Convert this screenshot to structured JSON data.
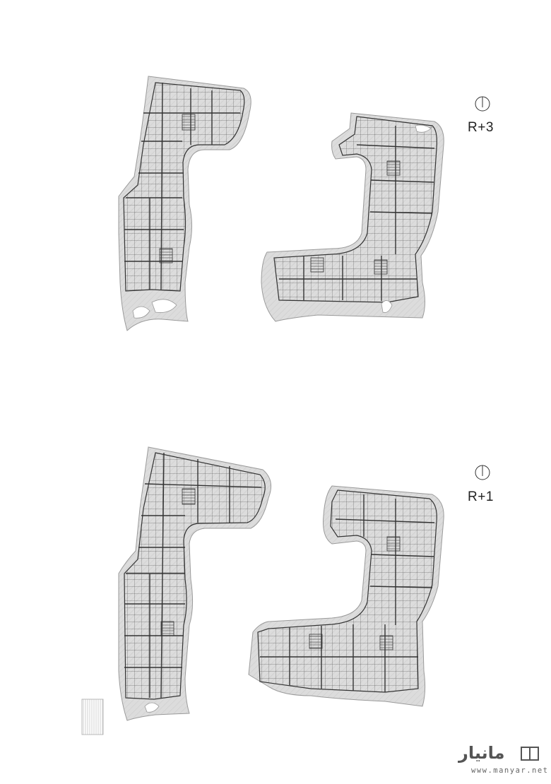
{
  "plans": [
    {
      "level": "R+3"
    },
    {
      "level": "R+1"
    }
  ],
  "watermark": {
    "logo_text": "مانیار",
    "url": "www.manyar.net"
  },
  "colors": {
    "slab": "#d9d9d9",
    "floor": "#ffffff",
    "line": "#333333"
  },
  "icons": [
    "north-arrow-icon",
    "staircase-icon",
    "watermark-logo-icon"
  ]
}
